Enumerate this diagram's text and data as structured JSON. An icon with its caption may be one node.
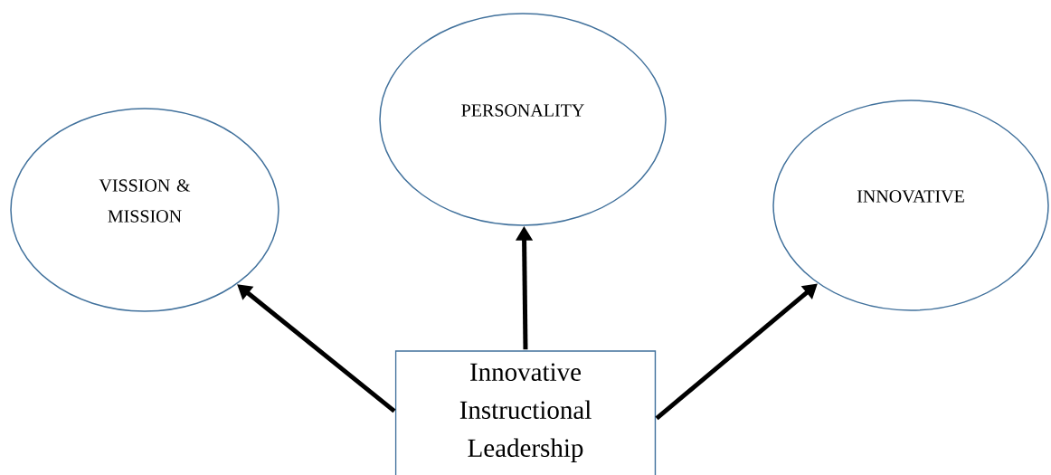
{
  "diagram": {
    "nodes": [
      {
        "text": [
          "VISSION & MISSION"
        ]
      },
      {
        "text": [
          "PERSONALITY"
        ]
      },
      {
        "text": [
          "INNOVATIVE"
        ]
      },
      {
        "text": [
          "Innovative Instructional Leadership"
        ]
      }
    ],
    "edges": [
      {
        "from": 3,
        "to": 0,
        "arrow": "to"
      },
      {
        "from": 3,
        "to": 1,
        "arrow": "to"
      },
      {
        "from": 3,
        "to": 2,
        "arrow": "to"
      }
    ]
  }
}
